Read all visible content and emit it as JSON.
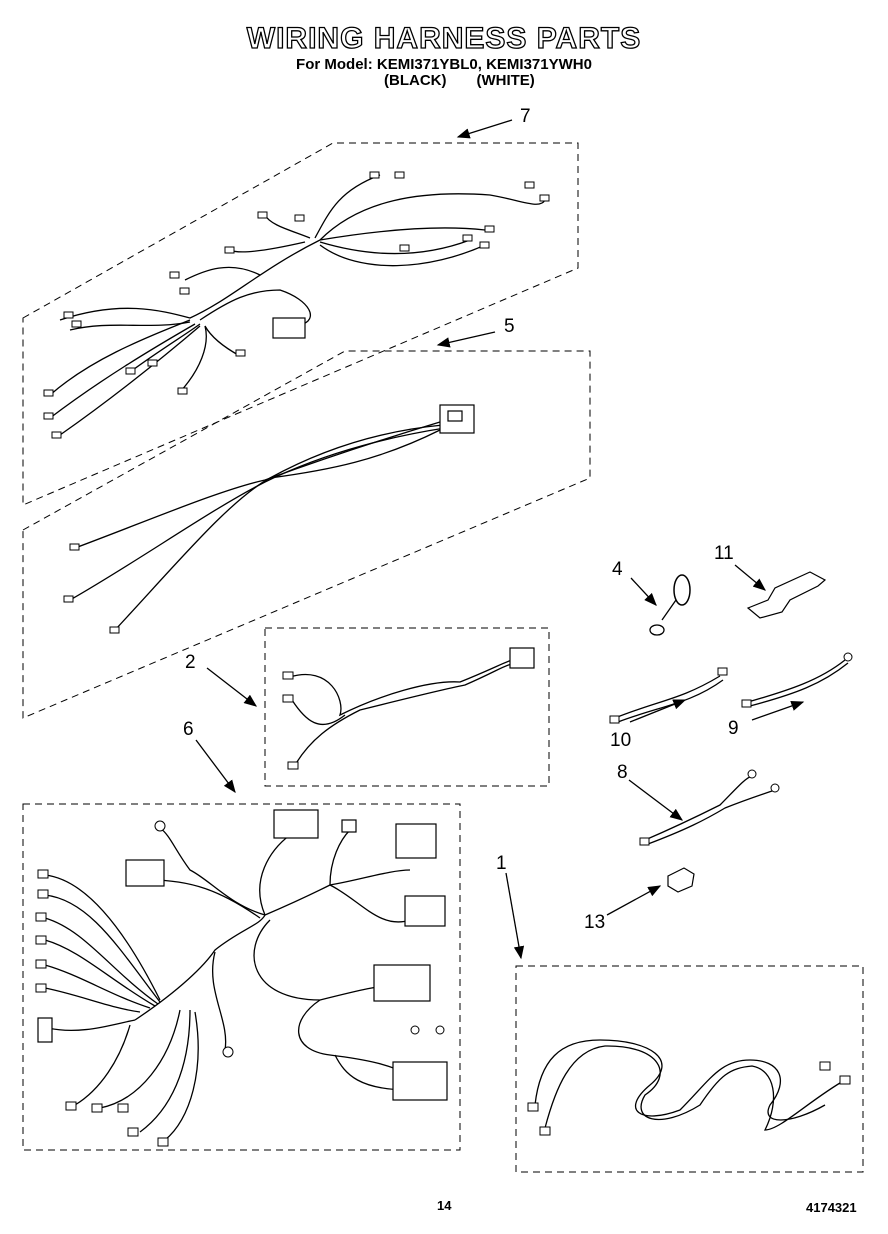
{
  "header": {
    "title": "WIRING HARNESS PARTS",
    "model_line": "For Model: KEMI371YBL0, KEMI371YWH0",
    "variant_black": "(BLACK)",
    "variant_white": "(WHITE)"
  },
  "callouts": {
    "c7": "7",
    "c5": "5",
    "c4": "4",
    "c11": "11",
    "c2": "2",
    "c6": "6",
    "c10": "10",
    "c9": "9",
    "c8": "8",
    "c1": "1",
    "c13": "13"
  },
  "footer": {
    "page_number": "14",
    "doc_number": "4174321"
  }
}
